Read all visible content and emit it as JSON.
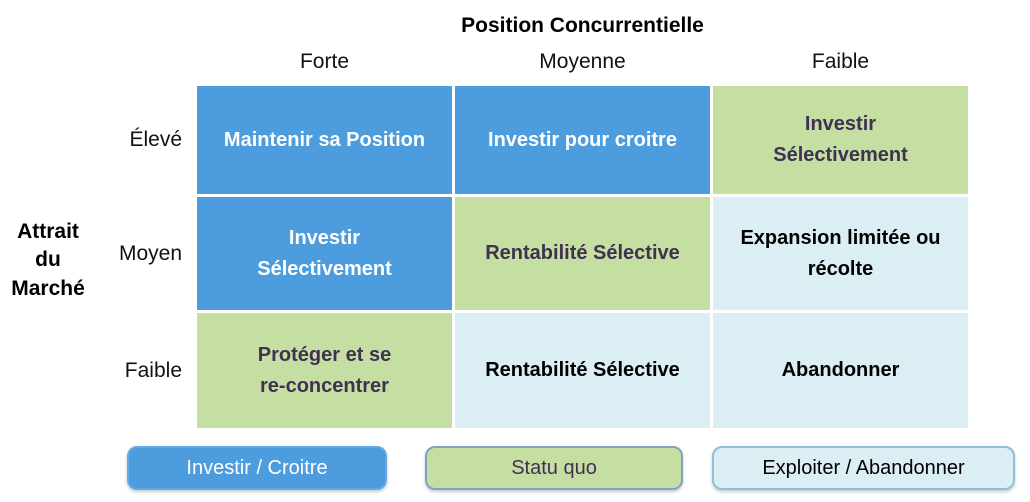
{
  "figure": {
    "x_axis": {
      "title": "Position Concurrentielle",
      "column_headers": [
        "Forte",
        "Moyenne",
        "Faible"
      ]
    },
    "y_axis": {
      "title": "Attrait\ndu\nMarché",
      "row_labels": [
        "Élevé",
        "Moyen",
        "Faible"
      ]
    },
    "matrix": {
      "rows": [
        {
          "cells": [
            {
              "label": "Maintenir sa Position",
              "variant": "blue"
            },
            {
              "label": "Investir pour croitre",
              "variant": "blue"
            },
            {
              "label": "Investir\nSélectivement",
              "variant": "green"
            }
          ]
        },
        {
          "cells": [
            {
              "label": "Investir\nSélectivement",
              "variant": "blue"
            },
            {
              "label": "Rentabilité Sélective",
              "variant": "green"
            },
            {
              "label": "Expansion limitée ou\nrécolte",
              "variant": "lightblue"
            }
          ]
        },
        {
          "cells": [
            {
              "label": "Protéger et se\nre-concentrer",
              "variant": "green"
            },
            {
              "label": "Rentabilité Sélective",
              "variant": "lightblue"
            },
            {
              "label": "Abandonner",
              "variant": "lightblue"
            }
          ]
        }
      ]
    },
    "legend": [
      {
        "label": "Investir / Croitre",
        "variant": "blue"
      },
      {
        "label": "Statu quo",
        "variant": "green"
      },
      {
        "label": "Exploiter / Abandonner",
        "variant": "lightblue"
      }
    ],
    "colors": {
      "cell_blue": "#4D9CDE",
      "cell_green": "#C5DEA2",
      "cell_lightblue": "#DAEEF3",
      "text_on_blue": "#FFFFFF",
      "text_on_green": "#403152",
      "text_on_lightblue": "#000000"
    }
  }
}
